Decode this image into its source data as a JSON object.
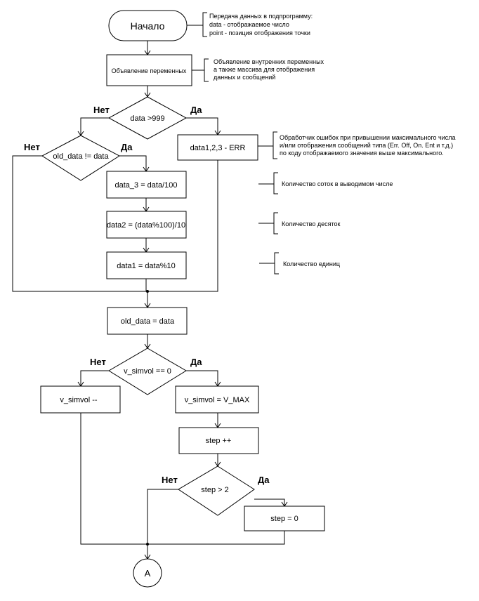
{
  "start": "Начало",
  "declare": "Объявление переменных",
  "cond1": "data >999",
  "err": "data1,2,3 - ERR",
  "cond2": "old_data != data",
  "calc3": "data_3 = data/100",
  "calc2": "data2 = (data%100)/10",
  "calc1": "data1 = data%10",
  "assign_old": "old_data = data",
  "cond3": "v_simvol == 0",
  "dec": "v_simvol --",
  "setmax": "v_simvol = V_MAX",
  "stepinc": "step ++",
  "cond4": "step > 2",
  "stepzero": "step = 0",
  "connector": "A",
  "yes": "Да",
  "no": "Нет",
  "notes": {
    "n1": [
      "Передача данных в подпрограмму:",
      "data  - отображаемое число",
      "point - позиция отображения точки"
    ],
    "n2": [
      "Объявление внутренних переменных",
      "а также массива для отображения",
      "данных и сообщений"
    ],
    "n3": [
      "Обработчик ошибок при привышении максимального числа",
      "и/или отображения сообщений типа (Err. Off, On. Ent и т.д.)",
      "по коду отображаемого значения выше максимального."
    ],
    "n4": [
      "Количество соток в выводимом числе"
    ],
    "n5": [
      "Количество десяток"
    ],
    "n6": [
      "Количество единиц"
    ]
  }
}
